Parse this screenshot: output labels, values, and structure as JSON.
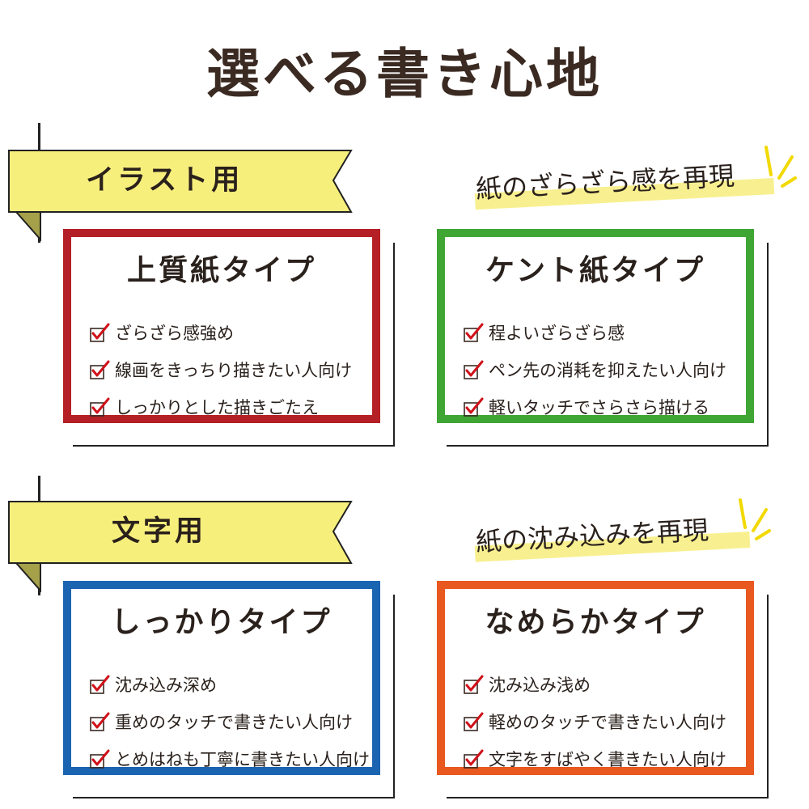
{
  "title": "選べる書き心地",
  "colors": {
    "ribbon": "#f7ef7c",
    "ribbon_fold": "#a5a04a",
    "highlight": "#f8f090",
    "burst": "#f2d900",
    "text": "#3a2a22",
    "check": "#d0121b"
  },
  "icons": {
    "check": "check-box-icon",
    "burst": "sparkle-lines-icon"
  },
  "sections": [
    {
      "label": "イラスト用",
      "tagline": "紙のざらざら感を再現",
      "cards": [
        {
          "title": "上質紙タイプ",
          "border_color": "#b42025",
          "features": [
            "ざらざら感強め",
            "線画をきっちり描きたい人向け",
            "しっかりとした描きごたえ"
          ]
        },
        {
          "title": "ケント紙タイプ",
          "border_color": "#3fa634",
          "features": [
            "程よいざらざら感",
            "ペン先の消耗を抑えたい人向け",
            "軽いタッチでさらさら描ける"
          ]
        }
      ]
    },
    {
      "label": "文字用",
      "tagline": "紙の沈み込みを再現",
      "cards": [
        {
          "title": "しっかりタイプ",
          "border_color": "#1a64b2",
          "features": [
            "沈み込み深め",
            "重めのタッチで書きたい人向け",
            "とめはねも丁寧に書きたい人向け"
          ]
        },
        {
          "title": "なめらかタイプ",
          "border_color": "#e8581f",
          "features": [
            "沈み込み浅め",
            "軽めのタッチで書きたい人向け",
            "文字をすばやく書きたい人向け"
          ]
        }
      ]
    }
  ]
}
